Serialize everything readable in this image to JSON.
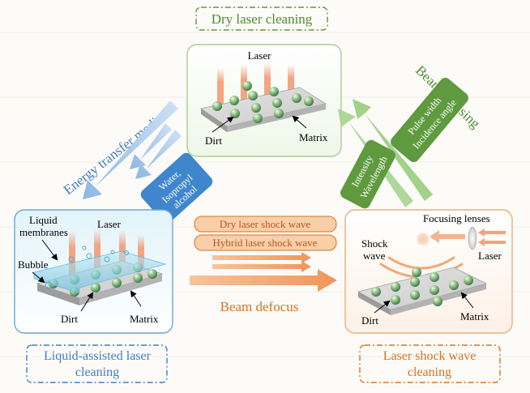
{
  "top_panel": {
    "title": "Dry laser cleaning",
    "laser": "Laser",
    "dirt": "Dirt",
    "matrix": "Matrix"
  },
  "left_panel": {
    "title_line1": "Liquid-assisted laser",
    "title_line2": "cleaning",
    "liquid_membranes_line1": "Liquid",
    "liquid_membranes_line2": "membranes",
    "laser": "Laser",
    "bubble": "Bubble",
    "dirt": "Dirt",
    "matrix": "Matrix"
  },
  "right_panel": {
    "title_line1": "Laser shock wave",
    "title_line2": "cleaning",
    "focusing_lenses": "Focusing lenses",
    "shock_line1": "Shock",
    "shock_line2": "wave",
    "laser": "Laser",
    "dirt": "Dirt",
    "matrix": "Matrix"
  },
  "left_arrows": {
    "label": "Energy transfer medium",
    "medium_box_line1": "Water,",
    "medium_box_line2": "Isopropyl",
    "medium_box_line3": "alcohol"
  },
  "right_arrows": {
    "label": "Beam focusing",
    "box1_line1": "Pulse width",
    "box1_line2": "Incidence angle",
    "box2_line1": "Intensity",
    "box2_line2": "Wavelength"
  },
  "middle": {
    "dry_shock": "Dry laser shock wave",
    "hybrid_shock": "Hybrid laser shock wave",
    "beam_defocus": "Beam defocus"
  },
  "colors": {
    "green_accent": "#5f9a3e",
    "blue_accent": "#3f7fc4",
    "orange_accent": "#d4741f"
  }
}
